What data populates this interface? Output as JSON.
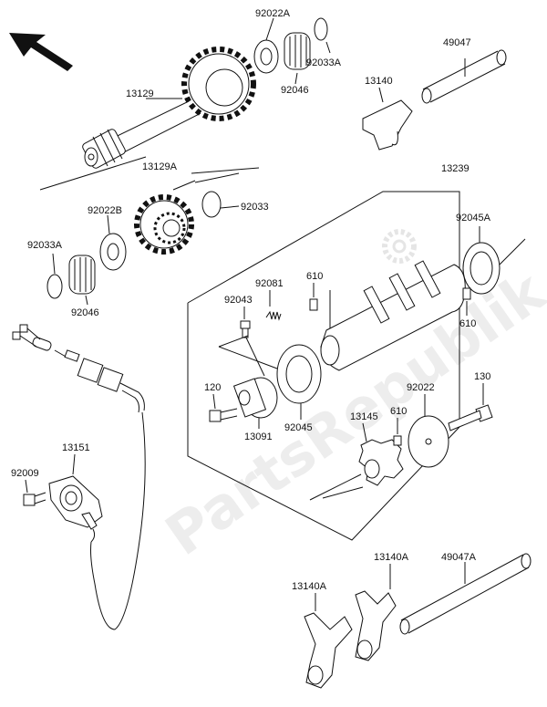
{
  "watermark": "PartsRepublik",
  "labels": {
    "p92022A": "92022A",
    "p92033A_top": "92033A",
    "p92046_top": "92046",
    "p13129": "13129",
    "p49047": "49047",
    "p13140": "13140",
    "p13129A": "13129A",
    "p92033": "92033",
    "p13239": "13239",
    "p92022B": "92022B",
    "p92033A_left": "92033A",
    "p92046_left": "92046",
    "p92045A": "92045A",
    "p610_a": "610",
    "p92081": "92081",
    "p92043": "92043",
    "p610_b": "610",
    "p120": "120",
    "p13091": "13091",
    "p92045": "92045",
    "p92022": "92022",
    "p130": "130",
    "p13145": "13145",
    "p610_c": "610",
    "p13151": "13151",
    "p92009": "92009",
    "p13140A_a": "13140A",
    "p49047A": "49047A",
    "p13140A_b": "13140A"
  },
  "icons": [
    "direction-arrow-icon",
    "gear-logo-icon"
  ]
}
